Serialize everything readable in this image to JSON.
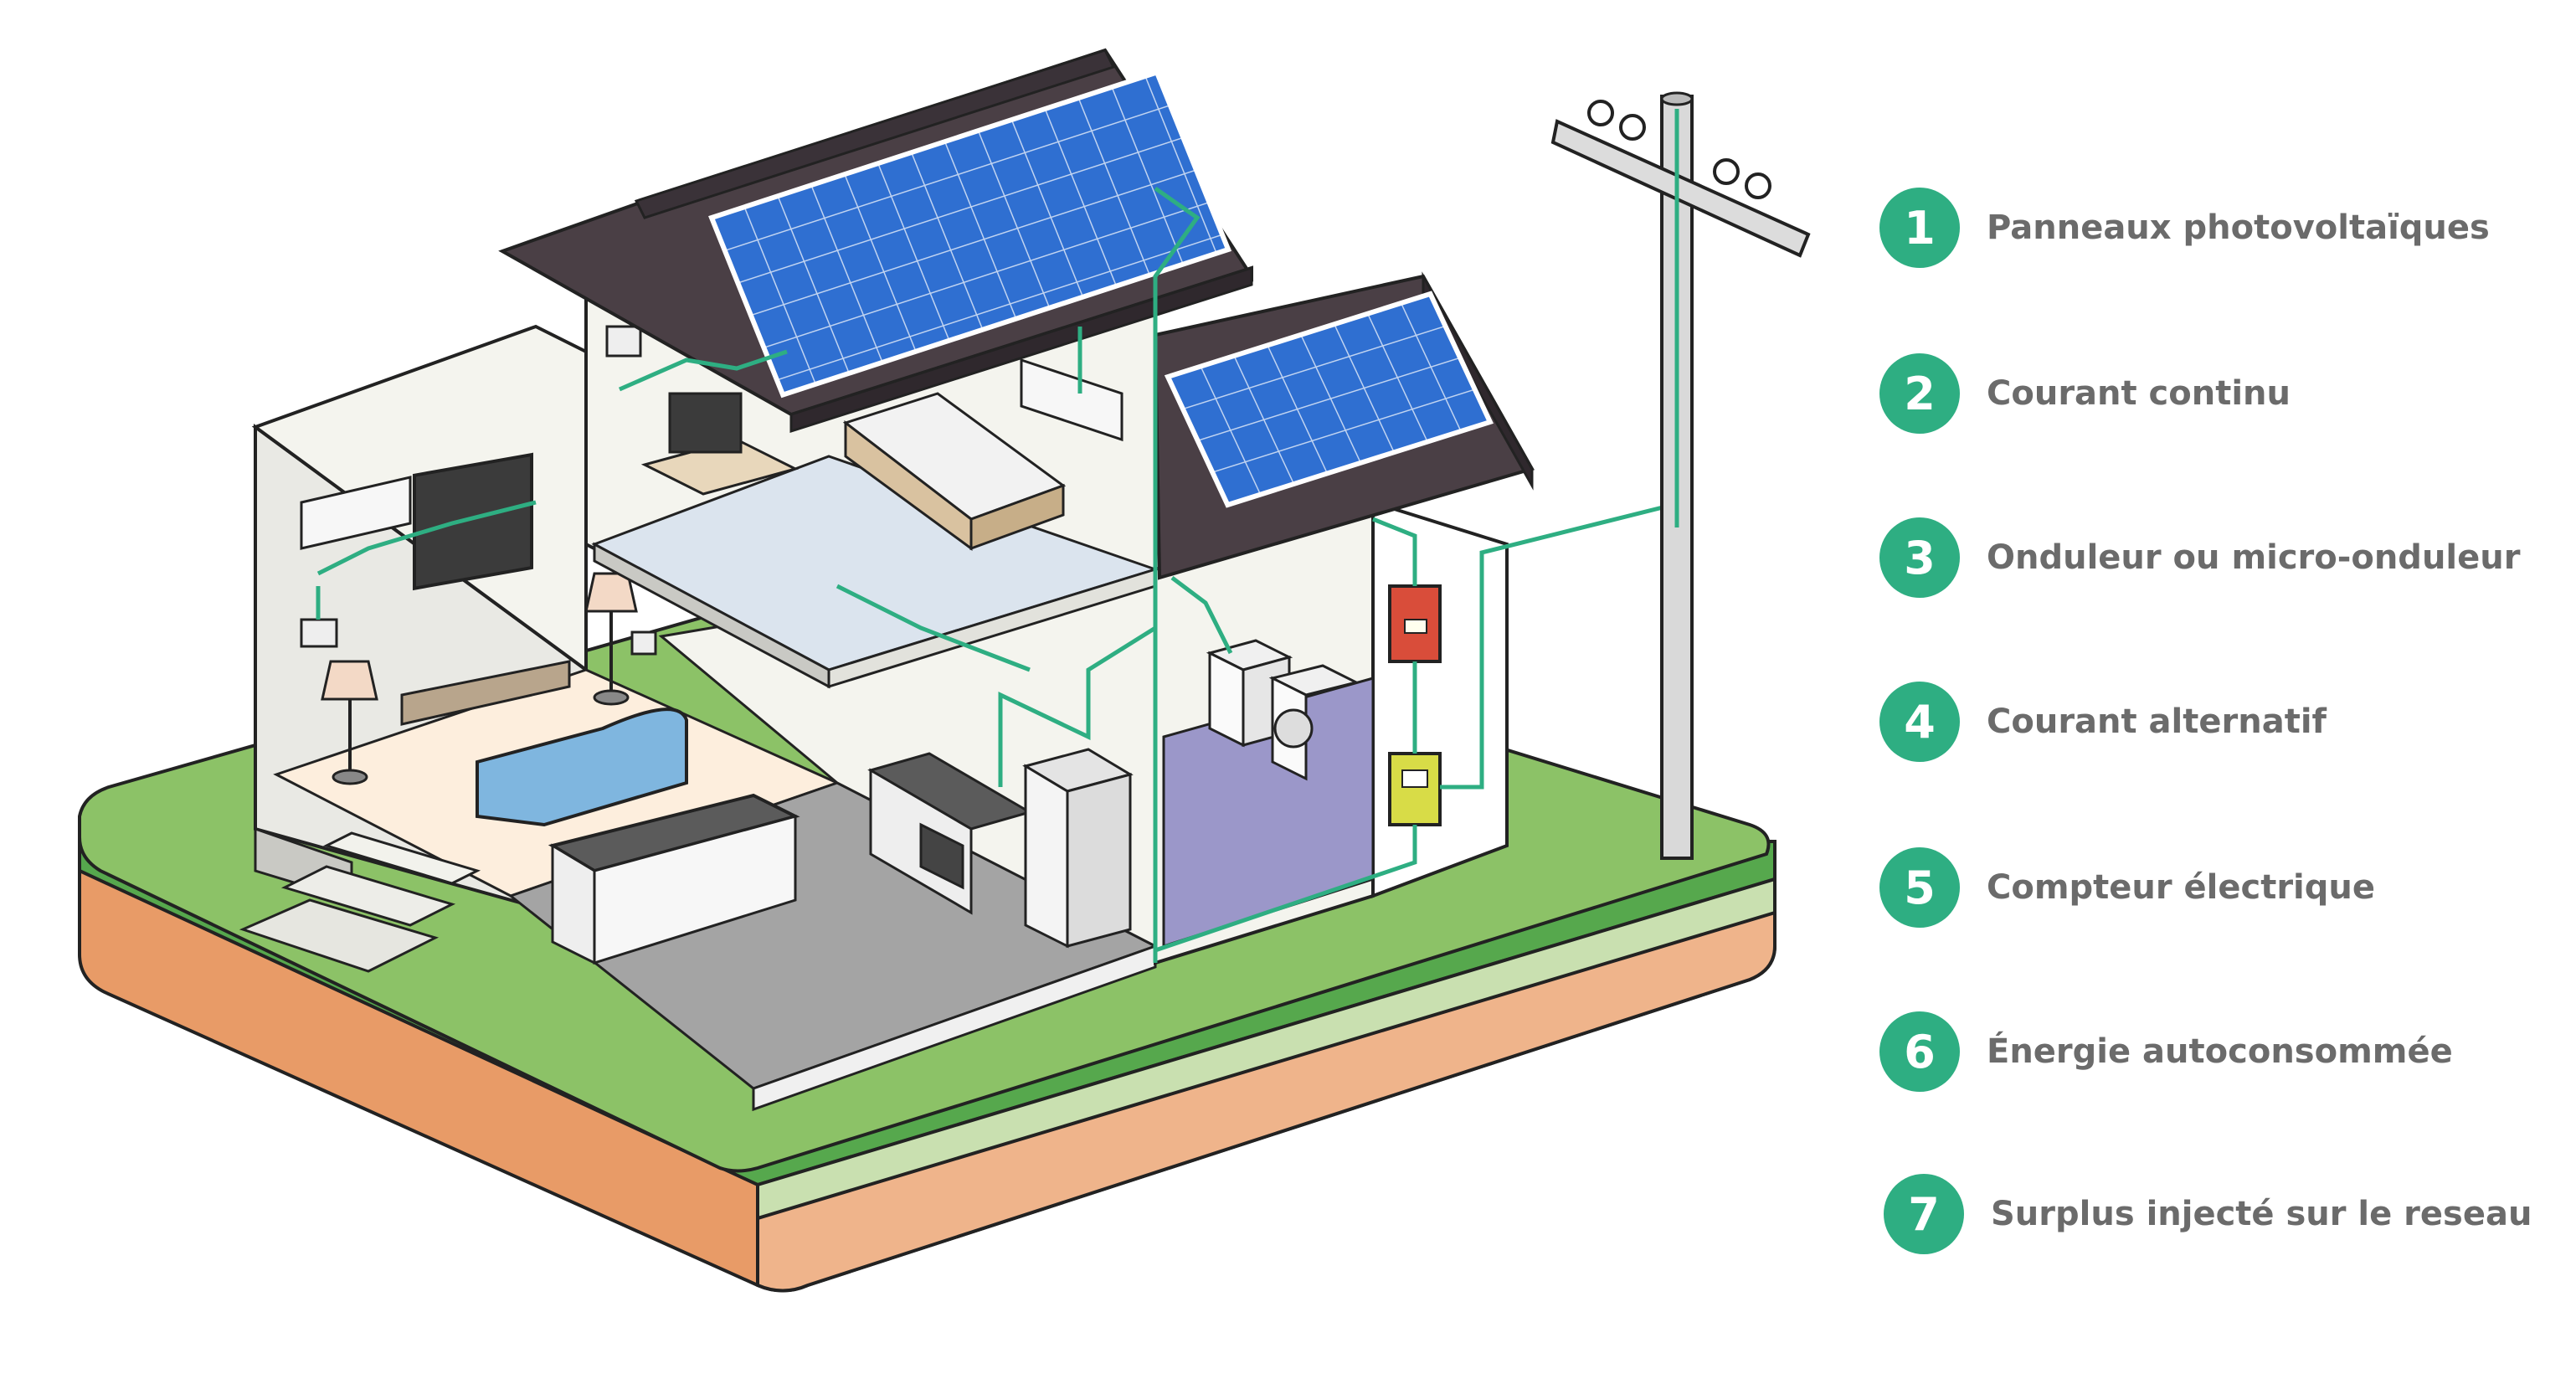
{
  "colors": {
    "accent": "#2eae82",
    "legend_text": "#6b6b6b",
    "wire": "#2eae82",
    "solar_panel": "#2f6fd1",
    "roof": "#4a3f45",
    "grass": "#8cc267",
    "soil": "#e9a06c"
  },
  "legend": [
    {
      "number": "1",
      "label": "Panneaux photovoltaïques"
    },
    {
      "number": "2",
      "label": "Courant continu"
    },
    {
      "number": "3",
      "label": "Onduleur ou micro-onduleur"
    },
    {
      "number": "4",
      "label": "Courant alternatif"
    },
    {
      "number": "5",
      "label": "Compteur électrique"
    },
    {
      "number": "6",
      "label": "Énergie autoconsommée"
    },
    {
      "number": "7",
      "label": "Surplus injecté sur le reseau"
    }
  ]
}
